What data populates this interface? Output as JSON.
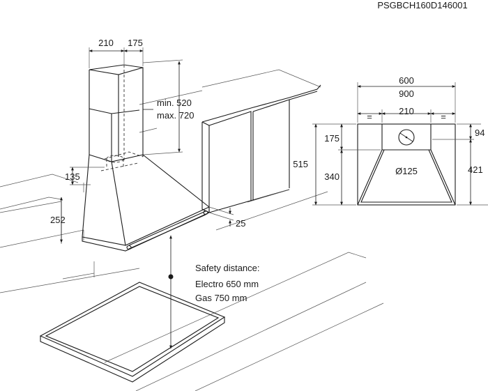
{
  "model_code": "PSGBCH160D146001",
  "hood_view": {
    "chimney_width": "210",
    "chimney_depth": "175",
    "chimney_height_min": "min. 520",
    "chimney_height_max": "max. 720",
    "chimney_to_canopy": "135",
    "wall_cabinet_gap": "252",
    "canopy_front_height": "25"
  },
  "safety": {
    "title": "Safety distance:",
    "electro": "Electro 650 mm",
    "gas": "Gas 750 mm"
  },
  "top_view": {
    "width_600": "600",
    "width_900": "900",
    "equal_left": "=",
    "chimney_width": "210",
    "equal_right": "=",
    "depth_total": "515",
    "depth_back": "175",
    "depth_front": "340",
    "outlet_diameter": "Ø125",
    "right_top": "94",
    "right_bottom": "421"
  }
}
